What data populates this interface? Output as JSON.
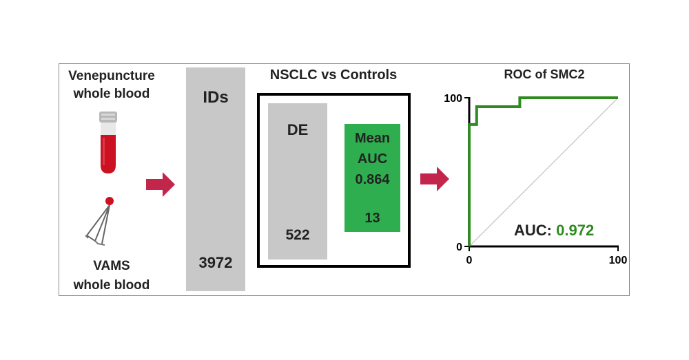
{
  "samples": {
    "venepuncture": [
      "Venepuncture",
      "whole blood"
    ],
    "vams": [
      "VAMS",
      "whole blood"
    ],
    "tube_icon": "blood-tube-icon",
    "vams_icon": "vams-device-icon"
  },
  "ids": {
    "label": "IDs",
    "count": "3972"
  },
  "comparison": {
    "title": "NSCLC vs Controls",
    "de_label": "DE",
    "de_count": "522",
    "mean_auc_label": [
      "Mean",
      "AUC"
    ],
    "mean_auc_value": "0.864",
    "mean_auc_count": "13"
  },
  "colors": {
    "accent_green": "#2eae4e",
    "roc_green": "#2e8b1f",
    "arrow_red": "#c2264a",
    "blood_red": "#cc1122"
  },
  "chart_data": {
    "type": "line",
    "title": "ROC of SMC2",
    "xlim": [
      0,
      100
    ],
    "ylim": [
      0,
      100
    ],
    "xticks": [
      "0",
      "100"
    ],
    "yticks": [
      "0",
      "100"
    ],
    "series": [
      {
        "x": [
          0,
          0,
          1,
          1,
          5,
          5,
          34,
          34,
          100
        ],
        "y": [
          0,
          82,
          82,
          82,
          82,
          94,
          94,
          100,
          100
        ]
      }
    ],
    "diagonal": {
      "x": [
        0,
        100
      ],
      "y": [
        0,
        100
      ]
    },
    "annotation_label": "AUC:",
    "annotation_value": "0.972"
  }
}
